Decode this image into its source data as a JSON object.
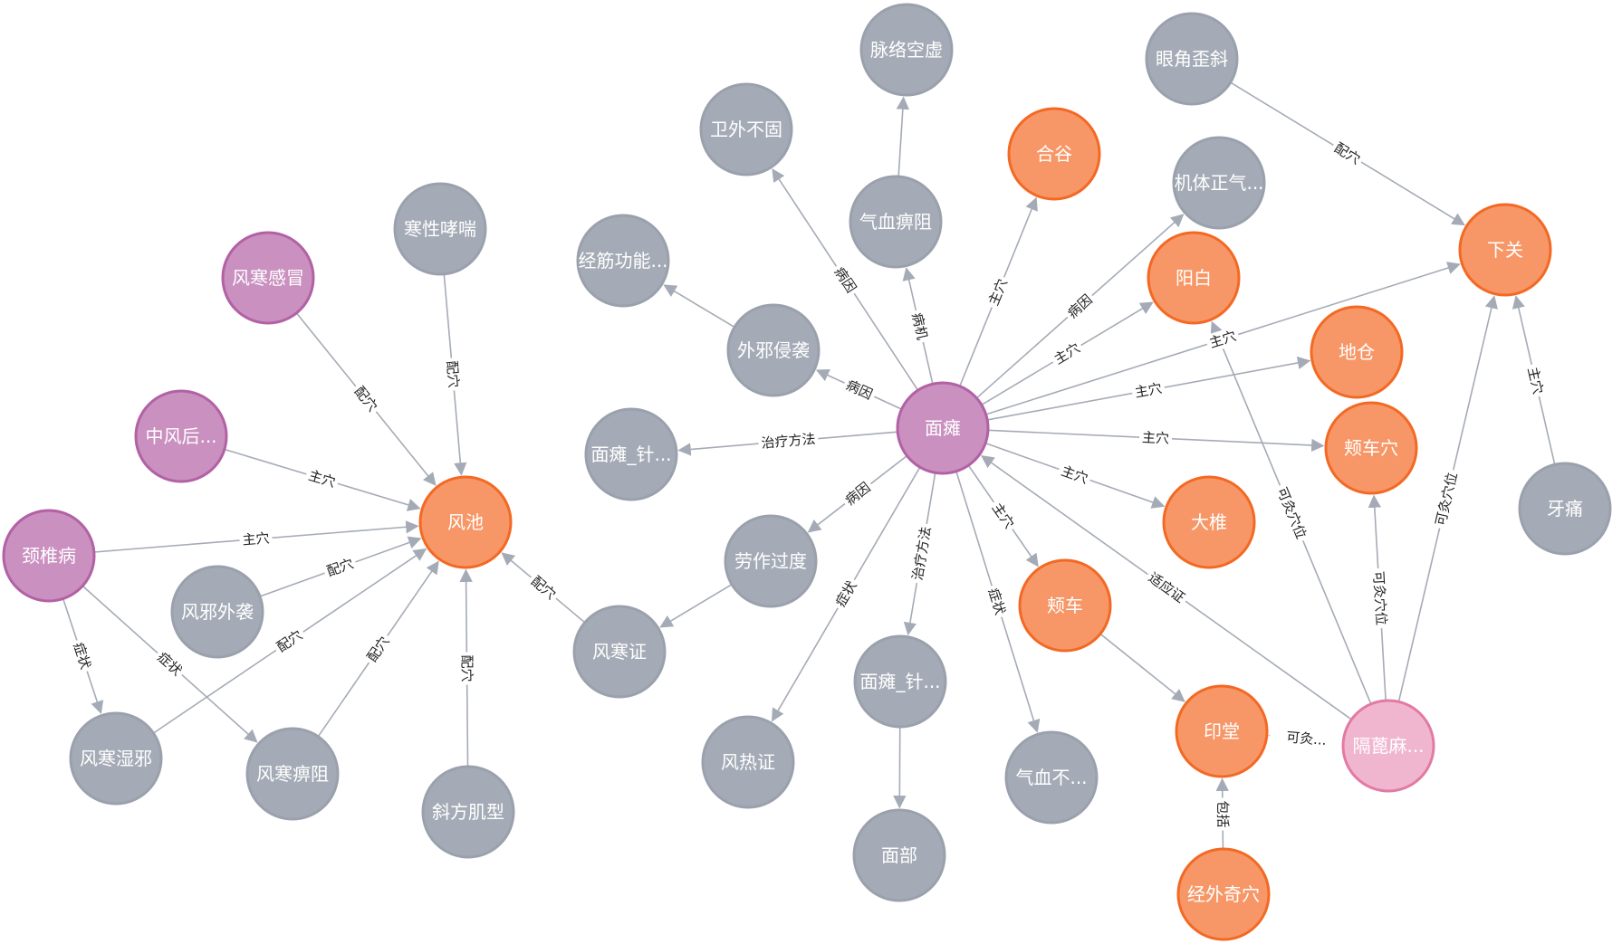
{
  "palette": {
    "disease": {
      "fill": "#c990c0",
      "stroke": "#b261a5"
    },
    "acupoint": {
      "fill": "#f79767",
      "stroke": "#f36924"
    },
    "concept": {
      "fill": "#a5abb6",
      "stroke": "#9aa1ac"
    },
    "therapy": {
      "fill": "#f0b6d0",
      "stroke": "#e27aa3"
    },
    "edge": "#a5abb6"
  },
  "nodes": [
    {
      "id": "n_mt",
      "label": "面瘫",
      "type": "disease"
    },
    {
      "id": "n_fhgm",
      "label": "风寒感冒",
      "type": "disease"
    },
    {
      "id": "n_zfh",
      "label": "中风后...",
      "type": "disease"
    },
    {
      "id": "n_jzb",
      "label": "颈椎病",
      "type": "disease"
    },
    {
      "id": "n_fc",
      "label": "风池",
      "type": "acupoint"
    },
    {
      "id": "n_hg",
      "label": "合谷",
      "type": "acupoint"
    },
    {
      "id": "n_yb",
      "label": "阳白",
      "type": "acupoint"
    },
    {
      "id": "n_xg",
      "label": "下关",
      "type": "acupoint"
    },
    {
      "id": "n_dc",
      "label": "地仓",
      "type": "acupoint"
    },
    {
      "id": "n_jcx",
      "label": "颊车穴",
      "type": "acupoint"
    },
    {
      "id": "n_dz",
      "label": "大椎",
      "type": "acupoint"
    },
    {
      "id": "n_jc",
      "label": "颊车",
      "type": "acupoint"
    },
    {
      "id": "n_yt",
      "label": "印堂",
      "type": "acupoint"
    },
    {
      "id": "n_jwqx",
      "label": "经外奇穴",
      "type": "acupoint"
    },
    {
      "id": "n_gbm",
      "label": "隔蓖麻...",
      "type": "therapy"
    },
    {
      "id": "n_hxxc",
      "label": "寒性哮喘",
      "type": "concept"
    },
    {
      "id": "n_fxwx",
      "label": "风邪外袭",
      "type": "concept"
    },
    {
      "id": "n_fhsx",
      "label": "风寒湿邪",
      "type": "concept"
    },
    {
      "id": "n_fhbz",
      "label": "风寒痹阻",
      "type": "concept"
    },
    {
      "id": "n_xfjx",
      "label": "斜方肌型",
      "type": "concept"
    },
    {
      "id": "n_fhz",
      "label": "风寒证",
      "type": "concept"
    },
    {
      "id": "n_jjgn",
      "label": "经筋功能...",
      "type": "concept"
    },
    {
      "id": "n_wxqx",
      "label": "外邪侵袭",
      "type": "concept"
    },
    {
      "id": "n_wwbg",
      "label": "卫外不固",
      "type": "concept"
    },
    {
      "id": "n_mlkx",
      "label": "脉络空虚",
      "type": "concept"
    },
    {
      "id": "n_qxbz",
      "label": "气血痹阻",
      "type": "concept"
    },
    {
      "id": "n_mtzj1",
      "label": "面瘫_针...",
      "type": "concept"
    },
    {
      "id": "n_lzgd",
      "label": "劳作过度",
      "type": "concept"
    },
    {
      "id": "n_mtzj2",
      "label": "面瘫_针...",
      "type": "concept"
    },
    {
      "id": "n_frz",
      "label": "风热证",
      "type": "concept"
    },
    {
      "id": "n_mb",
      "label": "面部",
      "type": "concept"
    },
    {
      "id": "n_qxb",
      "label": "气血不...",
      "type": "concept"
    },
    {
      "id": "n_jtzq",
      "label": "机体正气...",
      "type": "concept"
    },
    {
      "id": "n_yjwx",
      "label": "眼角歪斜",
      "type": "concept"
    },
    {
      "id": "n_yt2",
      "label": "牙痛",
      "type": "concept"
    }
  ],
  "edges": [
    {
      "from": "n_fhgm",
      "to": "n_fc",
      "label": "配穴"
    },
    {
      "from": "n_hxxc",
      "to": "n_fc",
      "label": "配穴"
    },
    {
      "from": "n_zfh",
      "to": "n_fc",
      "label": "主穴"
    },
    {
      "from": "n_jzb",
      "to": "n_fc",
      "label": "主穴"
    },
    {
      "from": "n_fxwx",
      "to": "n_fc",
      "label": "配穴"
    },
    {
      "from": "n_fhsx",
      "to": "n_fc",
      "label": "配穴"
    },
    {
      "from": "n_fhbz",
      "to": "n_fc",
      "label": "配穴"
    },
    {
      "from": "n_xfjx",
      "to": "n_fc",
      "label": "配穴"
    },
    {
      "from": "n_fhz",
      "to": "n_fc",
      "label": "配穴"
    },
    {
      "from": "n_jzb",
      "to": "n_fhsx",
      "label": "症状"
    },
    {
      "from": "n_jzb",
      "to": "n_fhbz",
      "label": "症状"
    },
    {
      "from": "n_wxqx",
      "to": "n_jjgn",
      "label": ""
    },
    {
      "from": "n_mt",
      "to": "n_wxqx",
      "label": "病因"
    },
    {
      "from": "n_mt",
      "to": "n_wwbg",
      "label": "病因"
    },
    {
      "from": "n_qxbz",
      "to": "n_mlkx",
      "label": ""
    },
    {
      "from": "n_mt",
      "to": "n_qxbz",
      "label": "病机"
    },
    {
      "from": "n_mt",
      "to": "n_mtzj1",
      "label": "治疗方法"
    },
    {
      "from": "n_mt",
      "to": "n_lzgd",
      "label": "病因"
    },
    {
      "from": "n_lzgd",
      "to": "n_fhz",
      "label": ""
    },
    {
      "from": "n_mt",
      "to": "n_frz",
      "label": "症状"
    },
    {
      "from": "n_mt",
      "to": "n_mtzj2",
      "label": "治疗方法"
    },
    {
      "from": "n_mtzj2",
      "to": "n_mb",
      "label": ""
    },
    {
      "from": "n_mt",
      "to": "n_qxb",
      "label": "症状"
    },
    {
      "from": "n_mt",
      "to": "n_jc",
      "label": "主穴"
    },
    {
      "from": "n_jc",
      "to": "n_yt",
      "label": ""
    },
    {
      "from": "n_mt",
      "to": "n_dz",
      "label": "主穴"
    },
    {
      "from": "n_mt",
      "to": "n_jcx",
      "label": "主穴"
    },
    {
      "from": "n_mt",
      "to": "n_dc",
      "label": "主穴"
    },
    {
      "from": "n_mt",
      "to": "n_xg",
      "label": "主穴"
    },
    {
      "from": "n_mt",
      "to": "n_yb",
      "label": "主穴"
    },
    {
      "from": "n_mt",
      "to": "n_jtzq",
      "label": "病因"
    },
    {
      "from": "n_mt",
      "to": "n_hg",
      "label": "主穴"
    },
    {
      "from": "n_gbm",
      "to": "n_mt",
      "label": "适应证"
    },
    {
      "from": "n_gbm",
      "to": "n_yb",
      "label": "可灸穴位"
    },
    {
      "from": "n_gbm",
      "to": "n_jcx",
      "label": "可灸穴位"
    },
    {
      "from": "n_gbm",
      "to": "n_xg",
      "label": "可灸穴位"
    },
    {
      "from": "n_gbm",
      "to": "n_yt",
      "label": "可灸..."
    },
    {
      "from": "n_jwqx",
      "to": "n_yt",
      "label": "包括"
    },
    {
      "from": "n_yjwx",
      "to": "n_xg",
      "label": "配穴"
    },
    {
      "from": "n_yt2",
      "to": "n_xg",
      "label": "主穴"
    }
  ]
}
